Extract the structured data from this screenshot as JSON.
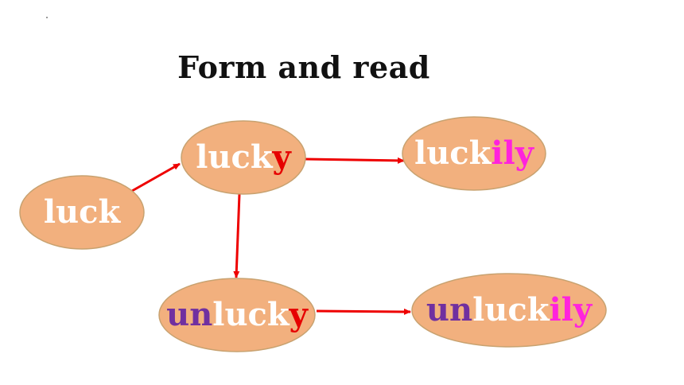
{
  "title": "Form and read",
  "colors": {
    "node_fill": "#f2b07e",
    "node_stroke": "#c8a270",
    "arrow": "#ee0000",
    "base_text": "#ffffff",
    "suffix_y": "#e60000",
    "suffix_ily": "#ff22dd",
    "prefix_un": "#7030a0"
  },
  "nodes": [
    {
      "id": "luck",
      "parts": [
        {
          "text": "luck",
          "role": "base"
        }
      ]
    },
    {
      "id": "lucky",
      "parts": [
        {
          "text": "luck",
          "role": "base"
        },
        {
          "text": "y",
          "role": "suffix_y"
        }
      ]
    },
    {
      "id": "luckily",
      "parts": [
        {
          "text": "luck",
          "role": "base"
        },
        {
          "text": "ily",
          "role": "suffix_ily"
        }
      ]
    },
    {
      "id": "unlucky",
      "parts": [
        {
          "text": "un",
          "role": "prefix_un"
        },
        {
          "text": "luck",
          "role": "base"
        },
        {
          "text": "y",
          "role": "suffix_y"
        }
      ]
    },
    {
      "id": "unluckily",
      "parts": [
        {
          "text": "un",
          "role": "prefix_un"
        },
        {
          "text": "luck",
          "role": "base"
        },
        {
          "text": "ily",
          "role": "suffix_ily"
        }
      ]
    }
  ],
  "edges": [
    {
      "from": "luck",
      "to": "lucky"
    },
    {
      "from": "lucky",
      "to": "luckily"
    },
    {
      "from": "lucky",
      "to": "unlucky"
    },
    {
      "from": "unlucky",
      "to": "unluckily"
    }
  ]
}
